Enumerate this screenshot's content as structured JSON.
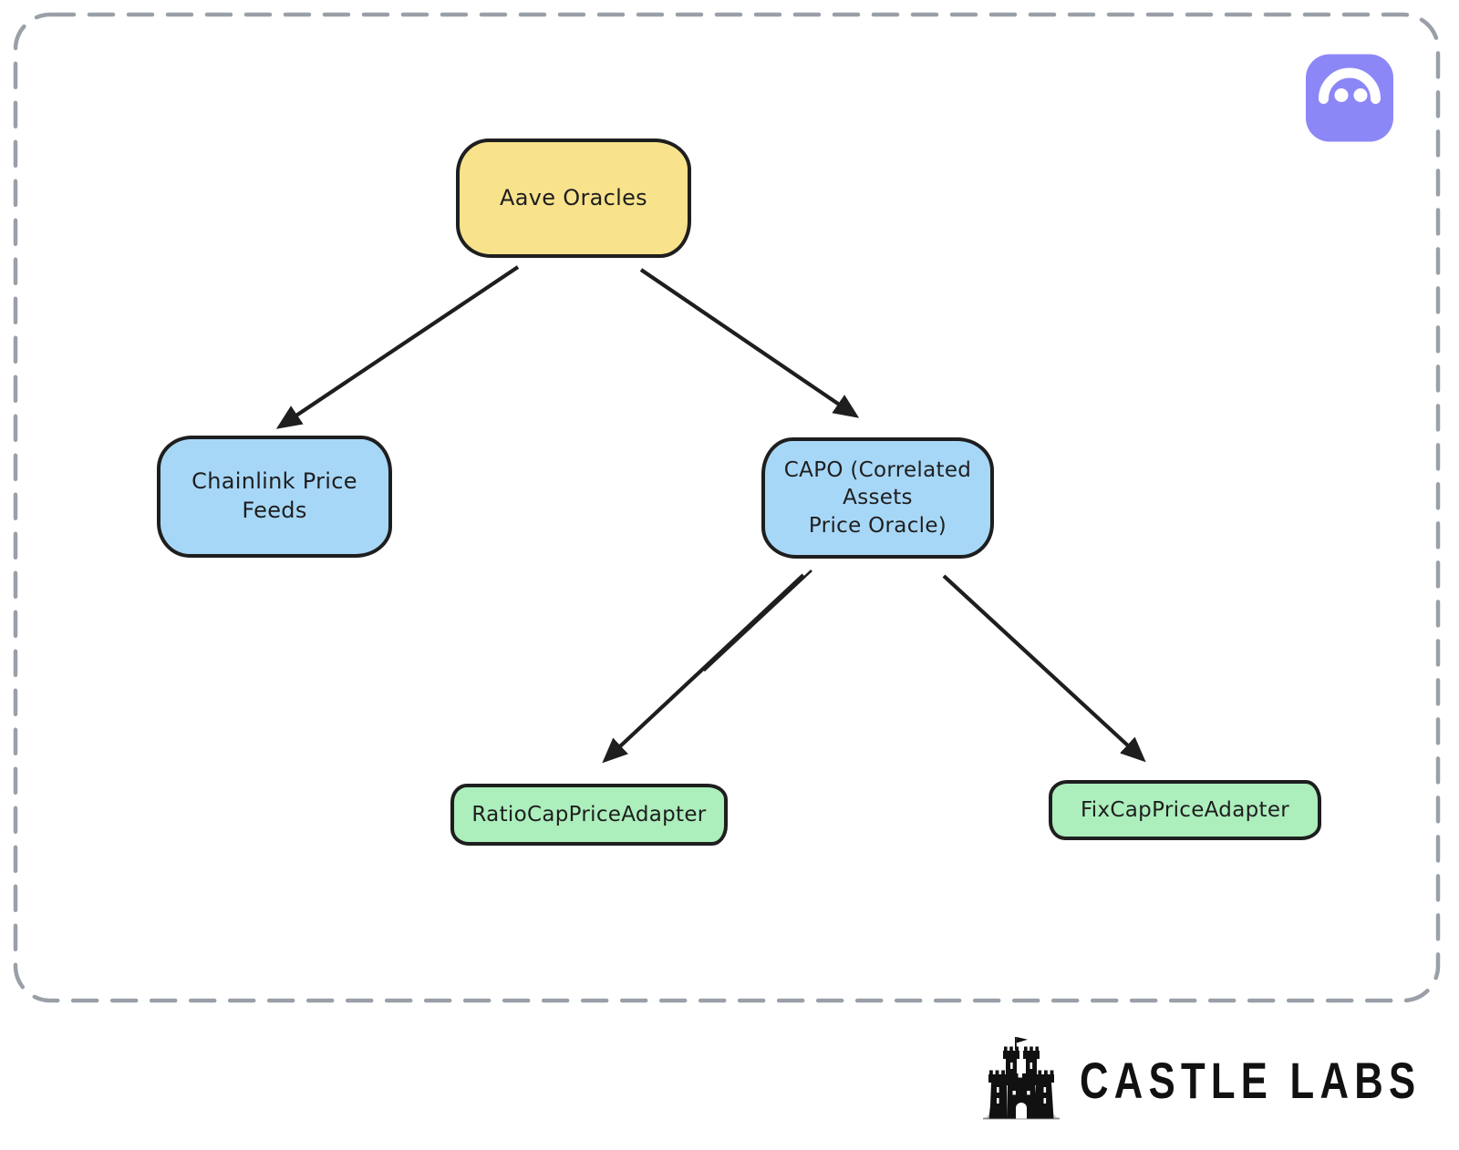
{
  "diagram": {
    "type": "flowchart",
    "nodes": [
      {
        "id": "aave-oracles",
        "label": "Aave Oracles",
        "fill_color": "#f8e28b"
      },
      {
        "id": "chainlink-price-feeds",
        "label": "Chainlink Price\nFeeds",
        "fill_color": "#a7d7f7"
      },
      {
        "id": "capo",
        "label": "CAPO (Correlated\nAssets\nPrice Oracle)",
        "fill_color": "#a7d7f7"
      },
      {
        "id": "ratio-cap-price-adapter",
        "label": "RatioCapPriceAdapter",
        "fill_color": "#aceebc"
      },
      {
        "id": "fix-cap-price-adapter",
        "label": "FixCapPriceAdapter",
        "fill_color": "#aceebc"
      }
    ],
    "edges": [
      {
        "from": "Aave Oracles",
        "to": "Chainlink Price Feeds"
      },
      {
        "from": "Aave Oracles",
        "to": "CAPO (Correlated Assets Price Oracle)"
      },
      {
        "from": "CAPO (Correlated Assets Price Oracle)",
        "to": "RatioCapPriceAdapter"
      },
      {
        "from": "CAPO (Correlated Assets Price Oracle)",
        "to": "FixCapPriceAdapter"
      }
    ],
    "node_stroke_color": "#1e1e1e",
    "arrow_color": "#1e1e1e",
    "frame_border_color": "#9aa0a8"
  },
  "branding": {
    "app_icon": "arch-logo-icon",
    "app_icon_color": "#8c87f7",
    "footer_icon": "castle-icon",
    "footer_logo_text": "CASTLE LABS"
  }
}
